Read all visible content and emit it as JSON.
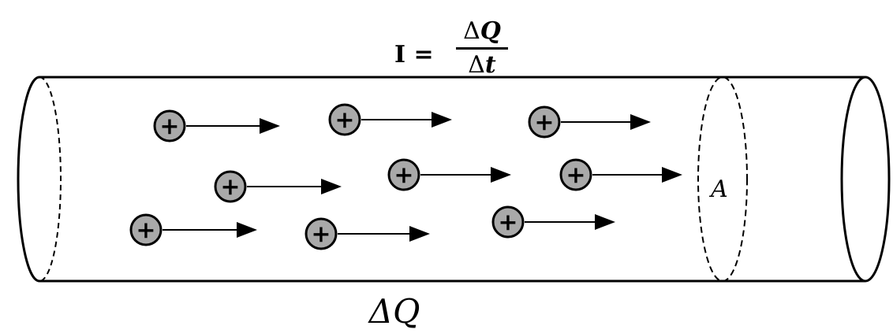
{
  "formula": {
    "lhs": "I =",
    "numerator_delta": "Δ",
    "numerator_var": "Q",
    "denominator_delta": "Δ",
    "denominator_var": "t"
  },
  "labels": {
    "area": "A",
    "charge": "ΔQ"
  },
  "charge_symbol": "+",
  "charges": [
    {
      "row": 1,
      "order": 1
    },
    {
      "row": 1,
      "order": 2
    },
    {
      "row": 1,
      "order": 3
    },
    {
      "row": 2,
      "order": 1
    },
    {
      "row": 2,
      "order": 2
    },
    {
      "row": 2,
      "order": 3
    },
    {
      "row": 3,
      "order": 1
    },
    {
      "row": 3,
      "order": 2
    },
    {
      "row": 3,
      "order": 3
    }
  ],
  "colors": {
    "charge_fill": "#a9a9a9",
    "outline": "#000000"
  }
}
